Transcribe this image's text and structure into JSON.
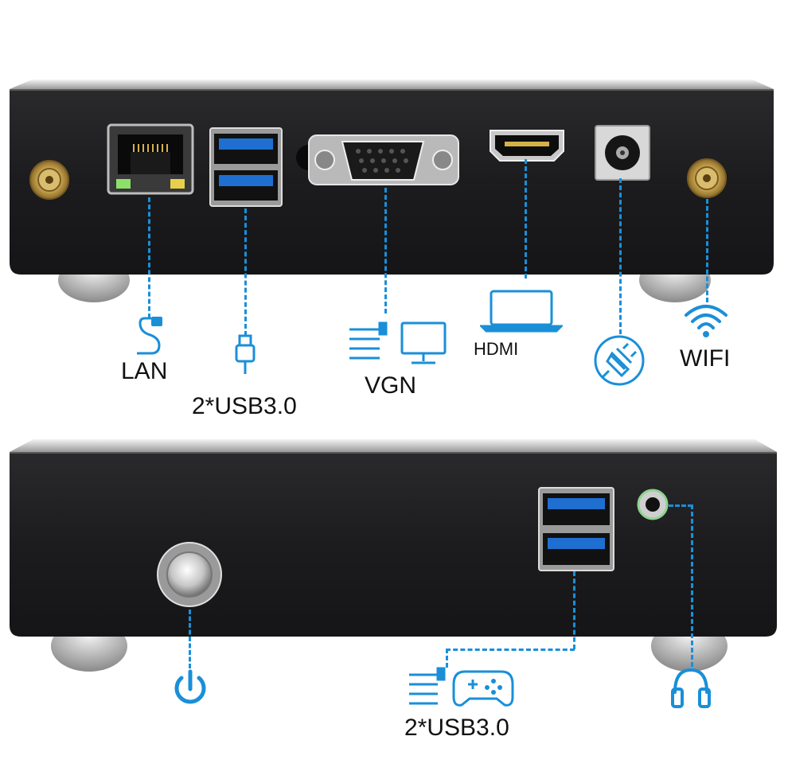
{
  "rear_panel": {
    "labels": {
      "lan": "LAN",
      "usb": "2*USB3.0",
      "vga": "VGN",
      "hdmi": "HDMI",
      "wifi": "WIFI"
    }
  },
  "front_panel": {
    "labels": {
      "usb": "2*USB3.0"
    }
  },
  "colors": {
    "accent": "#1a8fd8",
    "case": "#1c1c1e",
    "usb_blue": "#1f6fd0"
  }
}
